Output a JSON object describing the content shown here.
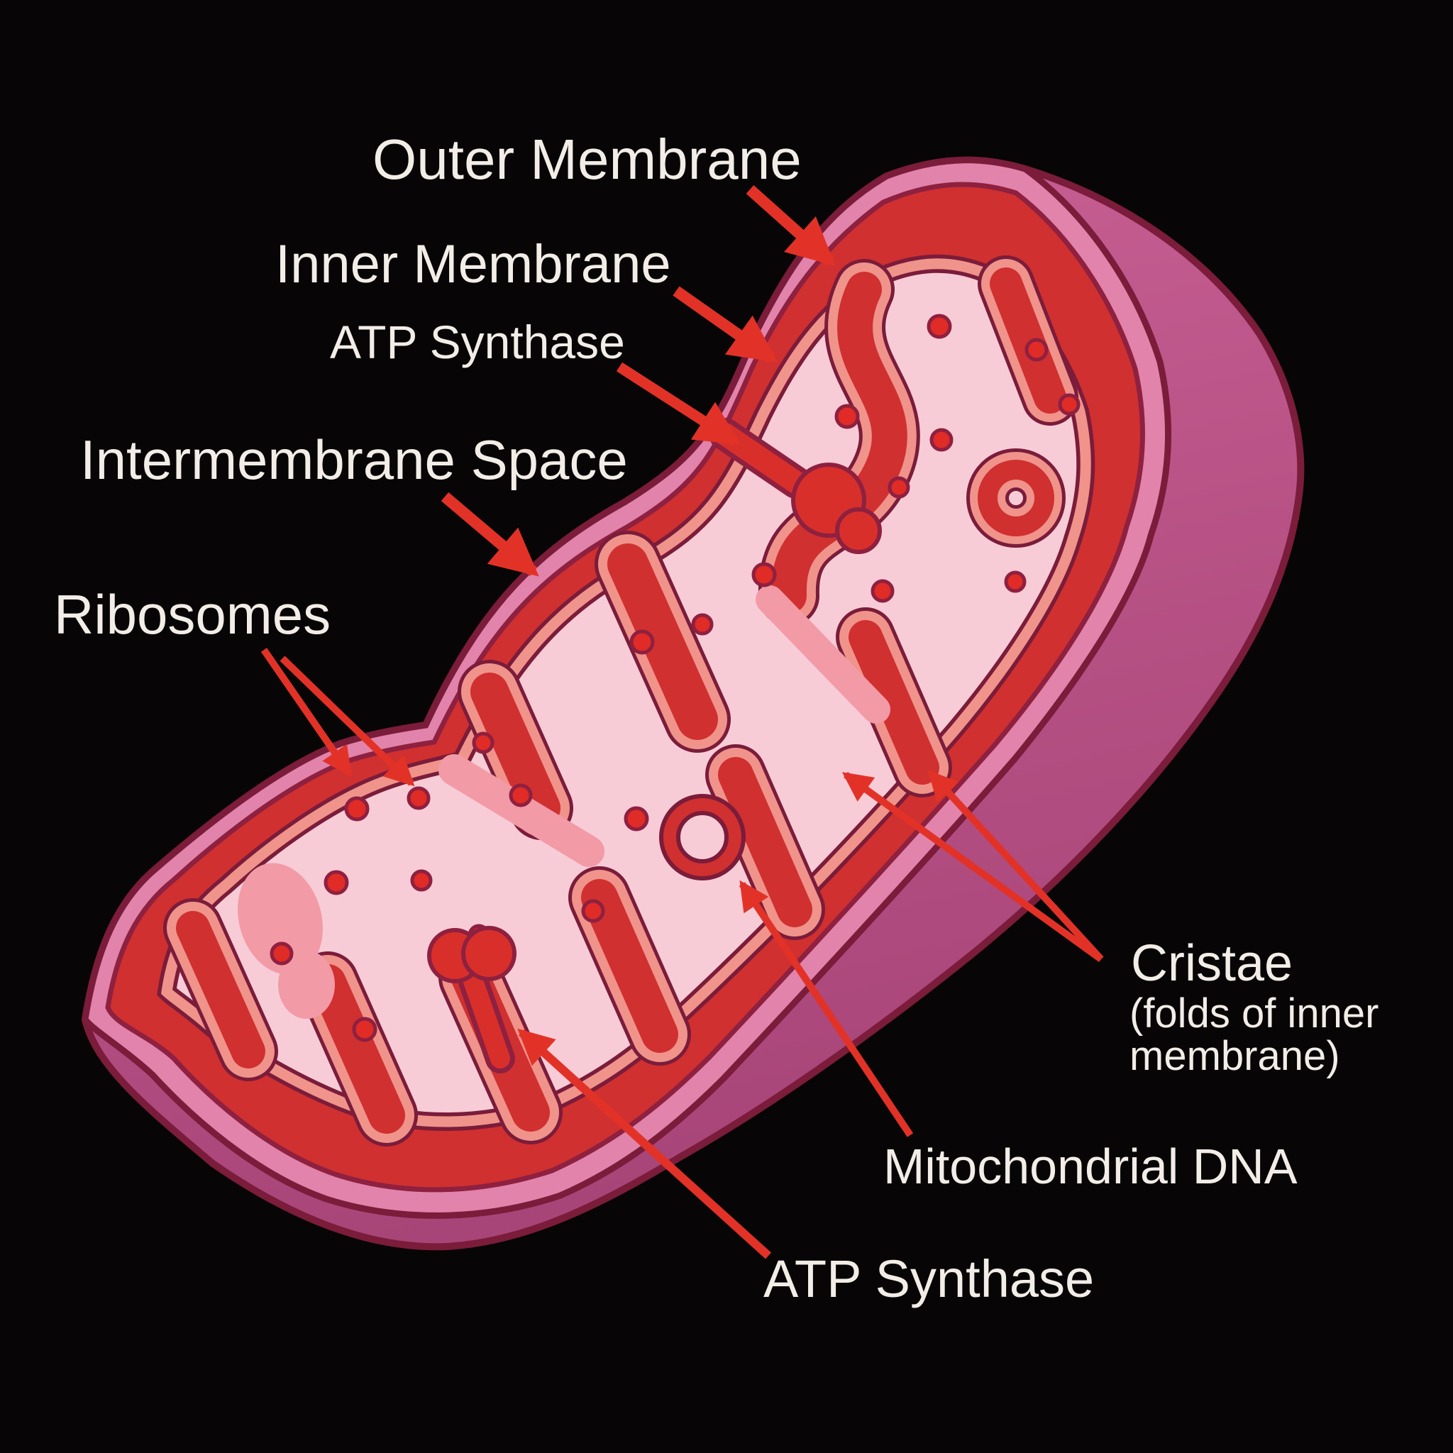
{
  "figure": {
    "kind": "labeled biology diagram",
    "subject": "Mitochondrion cross-section on black background"
  },
  "labels": {
    "outer_membrane": "Outer Membrane",
    "inner_membrane": "Inner Membrane",
    "atp_synthase_top": "ATP Synthase",
    "intermembrane_space": "Intermembrane Space",
    "ribosomes": "Ribosomes",
    "cristae": "Cristae",
    "cristae_note_line1": "(folds of inner",
    "cristae_note_line2": "membrane)",
    "mitochondrial_dna": "Mitochondrial DNA",
    "atp_synthase_bottom": "ATP Synthase"
  },
  "palette": {
    "bg": "#070505",
    "label": "#f2ede7",
    "arrow": "#e23227",
    "outline": "#7a1c3a",
    "outline2": "#8e2040",
    "magenta_light": "#cb6296",
    "magenta_dark": "#a84578",
    "band_pink": "#e183ab",
    "red": "#d03030",
    "salmon": "#f0938b",
    "matrix": "#f8ccd7",
    "ribosome": "#e02b26",
    "granule": "#f29aa6",
    "atp_red": "#d92f2b"
  }
}
